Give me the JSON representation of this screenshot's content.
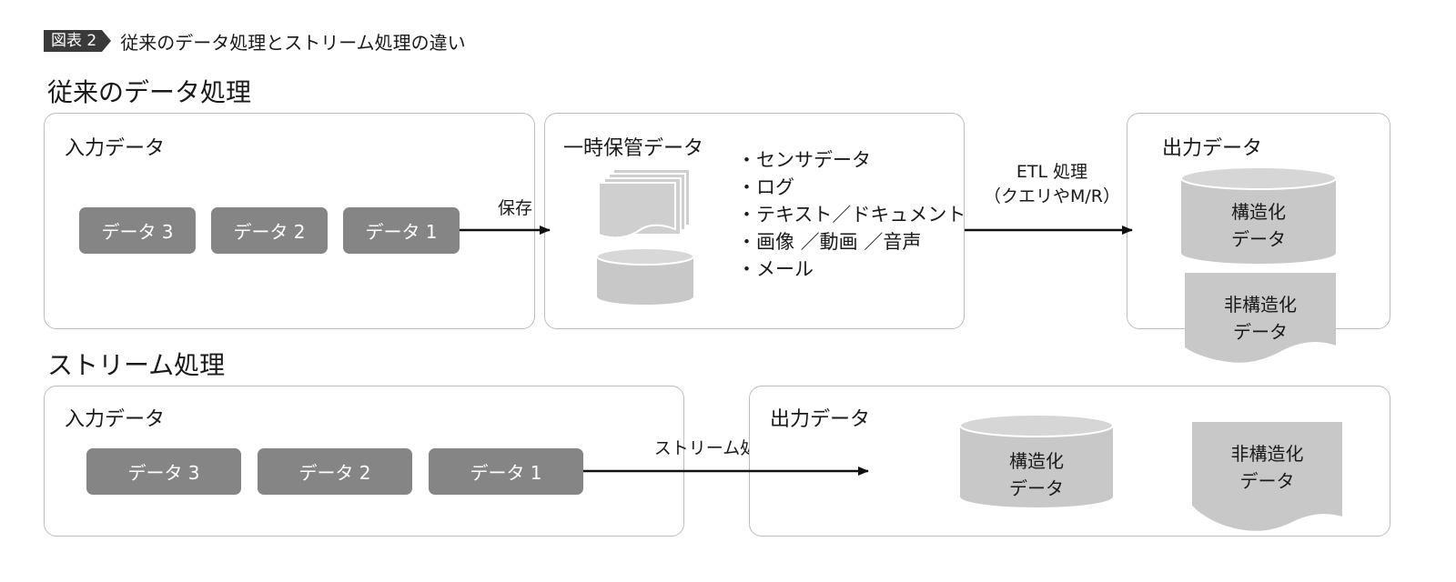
{
  "figure": {
    "tag": "図表 2",
    "title": "従来のデータ処理とストリーム処理の違い"
  },
  "traditional": {
    "section_title": "従来のデータ処理",
    "input_panel": {
      "title": "入力データ",
      "items": [
        "データ 3",
        "データ 2",
        "データ 1"
      ]
    },
    "save_label": "保存",
    "temp_panel": {
      "title": "一時保管データ",
      "bullets": [
        "・センサデータ",
        "・ログ",
        "・テキスト／ドキュメント",
        "・画像 ／動画 ／音声",
        "・メール"
      ]
    },
    "etl_label_line1": "ETL 処理",
    "etl_label_line2": "（クエリやM/R）",
    "output_panel": {
      "title": "出力データ",
      "structured_line1": "構造化",
      "structured_line2": "データ",
      "unstructured_line1": "非構造化",
      "unstructured_line2": "データ"
    }
  },
  "stream": {
    "section_title": "ストリーム処理",
    "input_panel": {
      "title": "入力データ",
      "items": [
        "データ 3",
        "データ 2",
        "データ 1"
      ]
    },
    "arrow_label": "ストリーム処理",
    "output_panel": {
      "title": "出力データ",
      "structured_line1": "構造化",
      "structured_line2": "データ",
      "unstructured_line1": "非構造化",
      "unstructured_line2": "データ"
    }
  },
  "colors": {
    "chip": "#858585",
    "shape_fill": "#c8c8c8",
    "shape_top": "#d6d6d6",
    "panel_border": "#bdbdbd",
    "arrow": "#111111"
  }
}
